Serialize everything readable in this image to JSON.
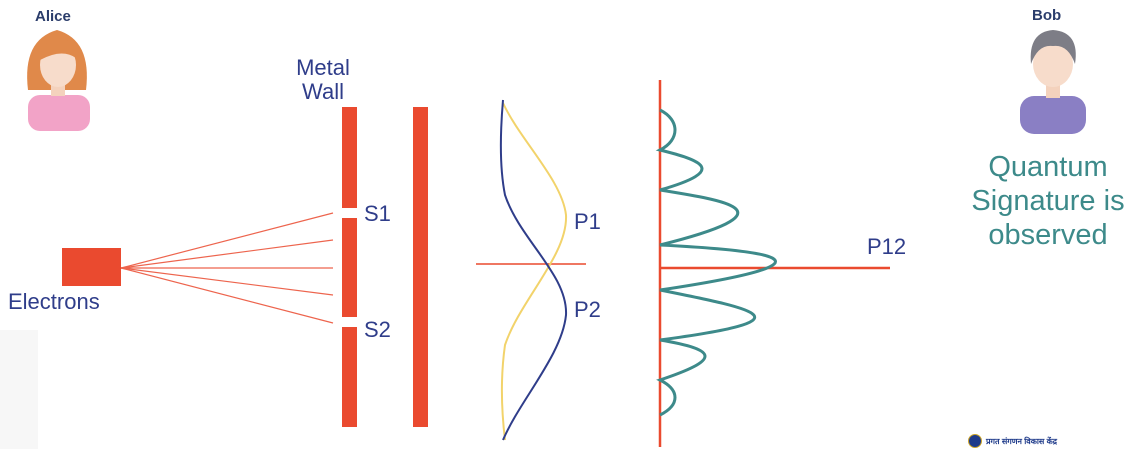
{
  "people": {
    "alice": {
      "name": "Alice",
      "icon": "woman-avatar-icon"
    },
    "bob": {
      "name": "Bob",
      "icon": "man-avatar-icon"
    }
  },
  "labels": {
    "metal_wall_line1": "Metal",
    "metal_wall_line2": "Wall",
    "electrons": "Electrons",
    "s1": "S1",
    "s2": "S2",
    "p1": "P1",
    "p2": "P2",
    "p12": "P12"
  },
  "caption": {
    "line1": "Quantum",
    "line2": "Signature is",
    "line3": "observed"
  },
  "logo": {
    "icon": "emblem-seal-icon",
    "text": "प्रगत संगणन विकास केंद्र"
  },
  "colors": {
    "red": "#ea4a2f",
    "blue_curve": "#2f3d8a",
    "yellow_curve": "#f2d36b",
    "teal_curve": "#3d8a8a",
    "label_blue": "#2f3d8a"
  }
}
